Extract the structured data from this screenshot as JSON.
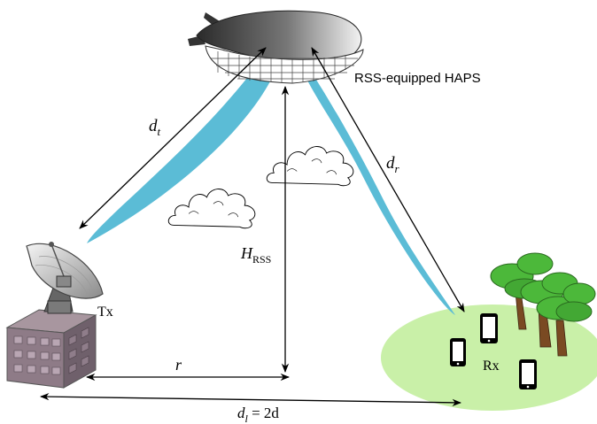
{
  "labels": {
    "haps": "RSS-equipped HAPS",
    "dt_main": "d",
    "dt_sub": "t",
    "dr_main": "d",
    "dr_sub": "r",
    "hrss_main": "H",
    "hrss_sub": "RSS",
    "tx": "Tx",
    "rx": "Rx",
    "r": "r",
    "dl_main": "d",
    "dl_sub": "l",
    "dl_rest": " = 2d"
  },
  "colors": {
    "beam": "#5bbcd6",
    "ground_area": "#c9f0a8",
    "building": "#8e7b87",
    "tree_foliage": "#4cb83a",
    "tree_trunk": "#7a4a22",
    "arrow": "#000000"
  },
  "icons": [
    "airship-icon",
    "satellite-dish-icon",
    "building-icon",
    "cloud-icon",
    "tree-icon",
    "mobile-phone-icon"
  ]
}
